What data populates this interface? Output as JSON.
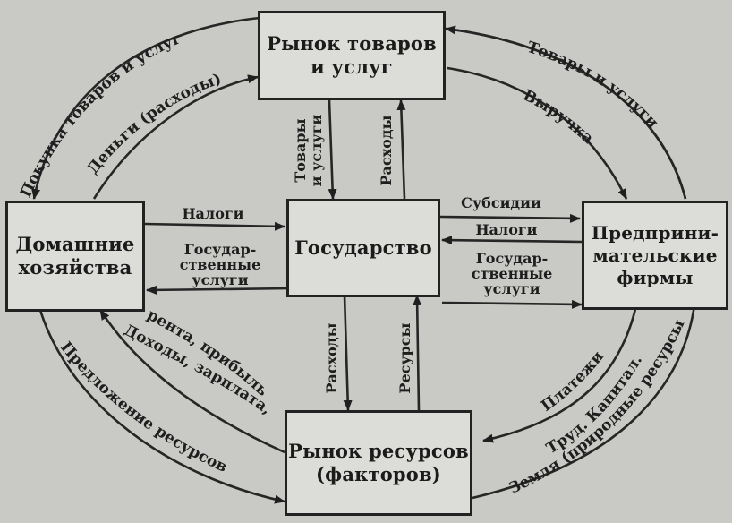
{
  "nodes": {
    "goods_market": "Рынок товаров\nи услуг",
    "households": "Домашние\nхозяйства",
    "state": "Государство",
    "firms": "Предприни-\nмательские\nфирмы",
    "resource_market": "Рынок ресурсов\n(факторов)"
  },
  "edges": {
    "purchase_goods": "Покупка товаров и услуг",
    "money_expenses": "Деньги (расходы)",
    "goods_services_right": "Товары и услуги",
    "revenue": "Выручка",
    "goods_to_state_1": "Товары",
    "goods_to_state_2": "и услуги",
    "state_expenses_top": "Расходы",
    "taxes_households": "Налоги",
    "state_services_left_1": "Государ-",
    "state_services_left_2": "ственные",
    "state_services_left_3": "услуги",
    "subsidies": "Субсидии",
    "taxes_firms": "Налоги",
    "state_services_right_1": "Государ-",
    "state_services_right_2": "ственные",
    "state_services_right_3": "услуги",
    "state_expenses_bottom": "Расходы",
    "resources_to_state": "Ресурсы",
    "income_1": "Доходы, зарплата,",
    "income_2": "рента, прибыль",
    "resource_supply": "Предложение ресурсов",
    "payments": "Платежи",
    "factors_1": "Труд. Капитал.",
    "factors_2": "Земля (природные ресурсы)"
  }
}
